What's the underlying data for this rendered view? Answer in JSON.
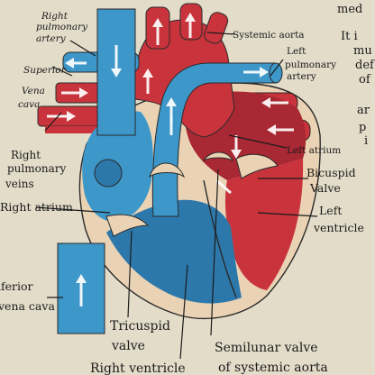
{
  "labels": {
    "right_pulmonary_artery": [
      "Right",
      "pulmonary",
      "artery"
    ],
    "superior_vena_cava": [
      "Superior",
      "Vena",
      "cava"
    ],
    "right_pulmonary_veins": [
      "Right",
      "pulmonary",
      "veins"
    ],
    "right_atrium": "Right atrium",
    "inferior_vena_cava": [
      "Inferior",
      "vena cava"
    ],
    "systemic_aorta": "Systemic aorta",
    "left_pulmonary_artery": [
      "Left",
      "pulmonary",
      "artery"
    ],
    "left_atrium": "Left atrium",
    "bicuspid_valve": [
      "Bicuspid",
      "Valve"
    ],
    "left_ventricle": [
      "Left",
      "ventricle"
    ],
    "tricuspid_valve": [
      "Tricuspid",
      "valve"
    ],
    "right_ventricle": "Right ventricle",
    "semilunar_valve": [
      "Semilunar valve",
      "of systemic aorta"
    ]
  },
  "page_text": {
    "top_right": "med",
    "right_lines": [
      "It i",
      "mu",
      "def",
      "of",
      "ar",
      "p",
      "i"
    ]
  },
  "colors": {
    "page": "#e3dcc9",
    "oxygenated": "#c9343c",
    "oxygenated_dark": "#a82833",
    "deoxygenated": "#3d97c9",
    "deoxygenated_dark": "#2d78ab",
    "heart_wall": "#ead3b4",
    "text": "#1a1a1a"
  }
}
